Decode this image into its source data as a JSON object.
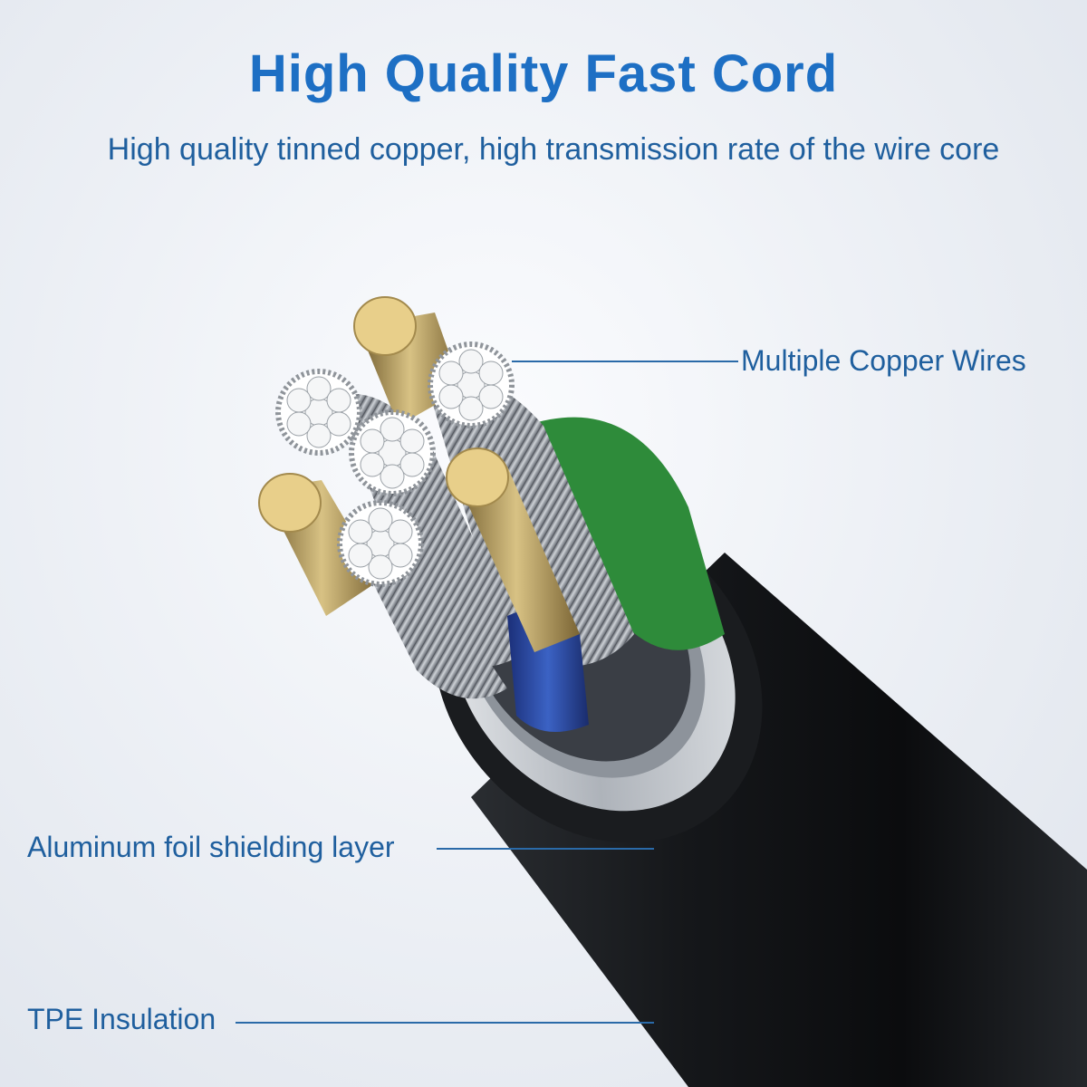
{
  "header": {
    "title": "High Quality Fast Cord",
    "subtitle": "High quality tinned copper, high transmission rate of the wire core"
  },
  "callouts": {
    "copper_wires": "Multiple Copper Wires",
    "foil_layer": "Aluminum foil shielding layer",
    "insulation": "TPE Insulation"
  },
  "colors": {
    "title": "#1d6fc4",
    "text": "#1f5f9e",
    "jacket": "#15171a",
    "foil": "#c9cdd3",
    "copper_tip": "#e8cf8a",
    "green_pair": "#2e8b3a",
    "blue_pair": "#2c4fa8"
  }
}
